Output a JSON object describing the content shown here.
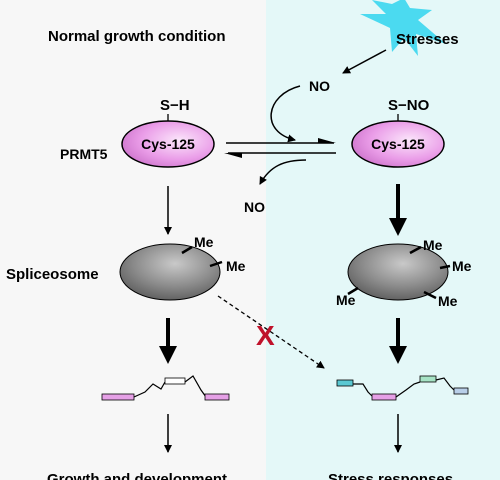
{
  "headings": {
    "left": "Normal growth condition",
    "right": "Stresses"
  },
  "labels": {
    "prmt5": "PRMT5",
    "spliceosome": "Spliceosome",
    "no_in": "NO",
    "no_out": "NO",
    "sh": "S−H",
    "sno": "S−NO",
    "cys_left": "Cys-125",
    "cys_right": "Cys-125",
    "me": "Me",
    "blocked": "X"
  },
  "outcomes": {
    "left": "Growth and development",
    "right": "Stress responses"
  },
  "colors": {
    "stress_panel": "#e4f8f8",
    "normal_panel": "#f7f7f7",
    "prmt5_fill": "#e9a4e7",
    "spliceosome_fill": "#8a8a8a",
    "block_mark": "#c0122b",
    "burst": "#3ad6ee",
    "exon_pink": "#e5a0e6",
    "exon_cyan": "#59c8d2",
    "exon_green": "#a6e3c5",
    "exon_blue": "#b9cfe9"
  },
  "icons": {
    "stress_burst": "starburst-icon",
    "block": "x-mark-icon"
  }
}
